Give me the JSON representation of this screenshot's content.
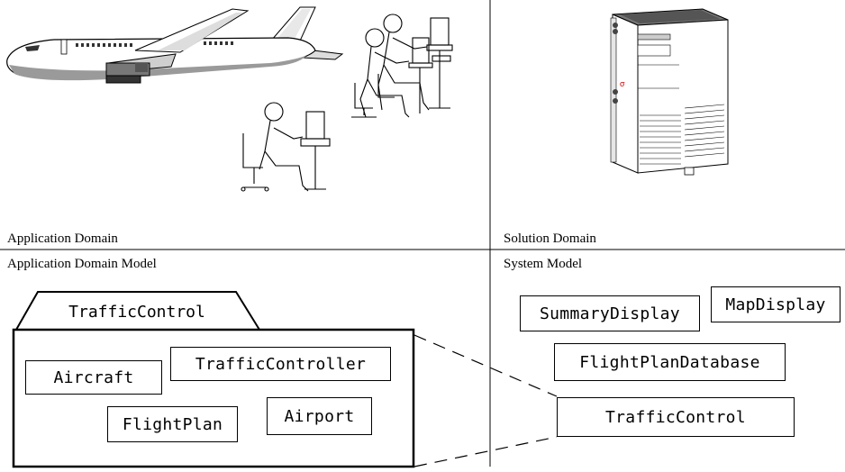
{
  "quadrants": {
    "top_left": {
      "caption": "Application Domain"
    },
    "top_right": {
      "caption": "Solution Domain"
    },
    "bottom_left": {
      "caption": "Application Domain Model"
    },
    "bottom_right": {
      "caption": "System Model"
    }
  },
  "illustrations": {
    "airplane": "airplane-icon",
    "operators": "operator-workstations-icon",
    "server": "server-tower-icon"
  },
  "application_model": {
    "package_label": "TrafficControl",
    "classes": [
      "Aircraft",
      "TrafficController",
      "FlightPlan",
      "Airport"
    ]
  },
  "system_model": {
    "classes": [
      "SummaryDisplay",
      "MapDisplay",
      "FlightPlanDatabase",
      "TrafficControl"
    ]
  }
}
